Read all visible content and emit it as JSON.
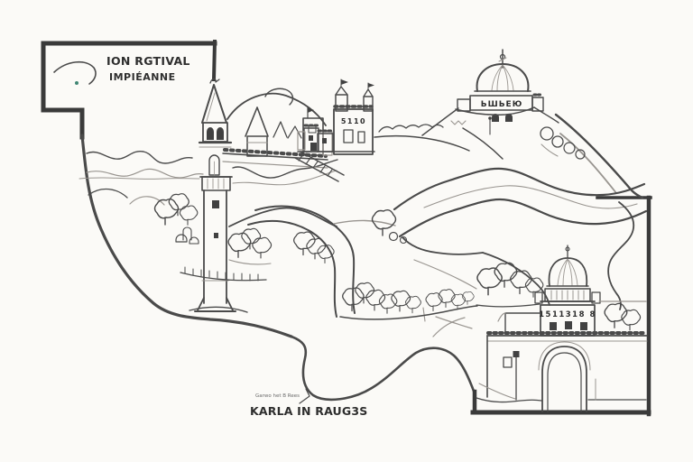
{
  "labels": {
    "region_title_line1": "ION RGTIVAL",
    "region_title_line2": "IMPIÉANNE",
    "bottom_caption_small": "Garwo het B Rees",
    "bottom_caption_main": "KARLA IN RAUG3S",
    "castle_facade_inscription": "5110",
    "shrine_facade_inscription": "ЬШЬЕЮ",
    "citadel_facade_inscription": "1511318 8"
  },
  "style_colors": {
    "ink": "#4a4a4a",
    "paper": "#fbfaf7",
    "accent_dot": "#3f8573"
  }
}
